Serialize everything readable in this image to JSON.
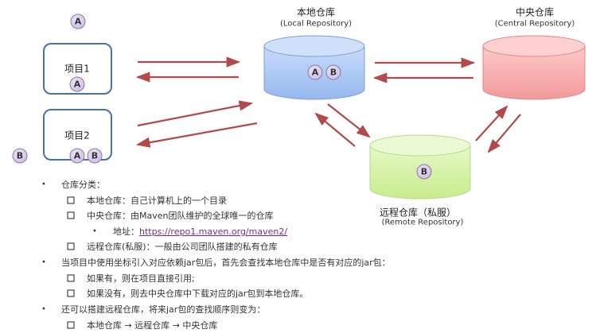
{
  "diagram": {
    "projects": [
      {
        "label": "项目1",
        "badges": [
          "A"
        ]
      },
      {
        "label": "项目2",
        "badges": [
          "A",
          "B"
        ]
      }
    ],
    "floating_badges": [
      "A",
      "B"
    ],
    "local": {
      "title": "本地仓库",
      "subtitle": "(Local Repository)",
      "badges": [
        "A",
        "B"
      ],
      "color": "#a9c6f5"
    },
    "central": {
      "title": "中央仓库",
      "subtitle": "(Central Repository)",
      "color": "#f7a9a9"
    },
    "remote": {
      "title": "远程仓库（私服）",
      "subtitle": "(Remote Repository)",
      "badges": [
        "B"
      ],
      "color": "#d4f0a0"
    },
    "arrow_color": "#b24a4a"
  },
  "notes": {
    "l1": "仓库分类：",
    "l2": "本地仓库：自己计算机上的一个目录",
    "l3": "中央仓库：由Maven团队维护的全球唯一的仓库",
    "l4_label": "地址：",
    "l4_link": "https://repo1.maven.org/maven2/",
    "l5": "远程仓库(私服)：一般由公司团队搭建的私有仓库",
    "l6": "当项目中使用坐标引入对应依赖jar包后，首先会查找本地仓库中是否有对应的jar包：",
    "l7": "如果有，则在项目直接引用;",
    "l8": "如果没有，则去中央仓库中下载对应的jar包到本地仓库。",
    "l9": "还可以搭建远程仓库，将来jar包的查找顺序则变为：",
    "l10": "本地仓库 → 远程仓库 → 中央仓库"
  }
}
